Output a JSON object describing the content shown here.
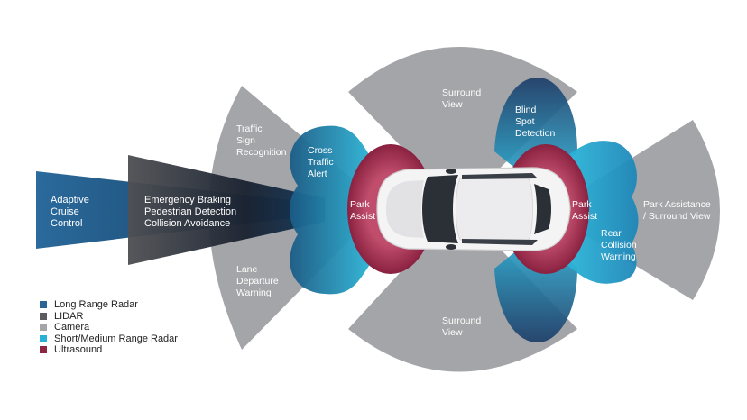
{
  "colors": {
    "long_range_radar": "#2a6496",
    "lidar": "#5b5b5f",
    "camera": "#a4a5a8",
    "short_medium_radar": "#27b1d6",
    "ultrasound": "#8e2541",
    "car_body": "#f4f4f4",
    "car_glass": "#2b2f36"
  },
  "zones": {
    "adaptive_cruise": [
      "Adaptive",
      "Cruise",
      "Control"
    ],
    "emergency_braking": [
      "Emergency Braking",
      "Pedestrian Detection",
      "Collision Avoidance"
    ],
    "traffic_sign": [
      "Traffic",
      "Sign",
      "Recognition"
    ],
    "lane_departure": [
      "Lane",
      "Departure",
      "Warning"
    ],
    "cross_traffic": [
      "Cross",
      "Traffic",
      "Alert"
    ],
    "surround_top": [
      "Surround",
      "View"
    ],
    "surround_bottom": [
      "Surround",
      "View"
    ],
    "blind_spot": [
      "Blind",
      "Spot",
      "Detection"
    ],
    "park_front": [
      "Park",
      "Assist"
    ],
    "park_rear": [
      "Park",
      "Assist"
    ],
    "rear_collision": [
      "Rear",
      "Collision",
      "Warning"
    ],
    "park_assistance": [
      "Park Assistance",
      "/ Surround View"
    ]
  },
  "legend": [
    {
      "label": "Long Range Radar",
      "color": "#2a6496"
    },
    {
      "label": "LIDAR",
      "color": "#5b5b5f"
    },
    {
      "label": "Camera",
      "color": "#a4a5a8"
    },
    {
      "label": "Short/Medium Range Radar",
      "color": "#27b1d6"
    },
    {
      "label": "Ultrasound",
      "color": "#8e2541"
    }
  ]
}
